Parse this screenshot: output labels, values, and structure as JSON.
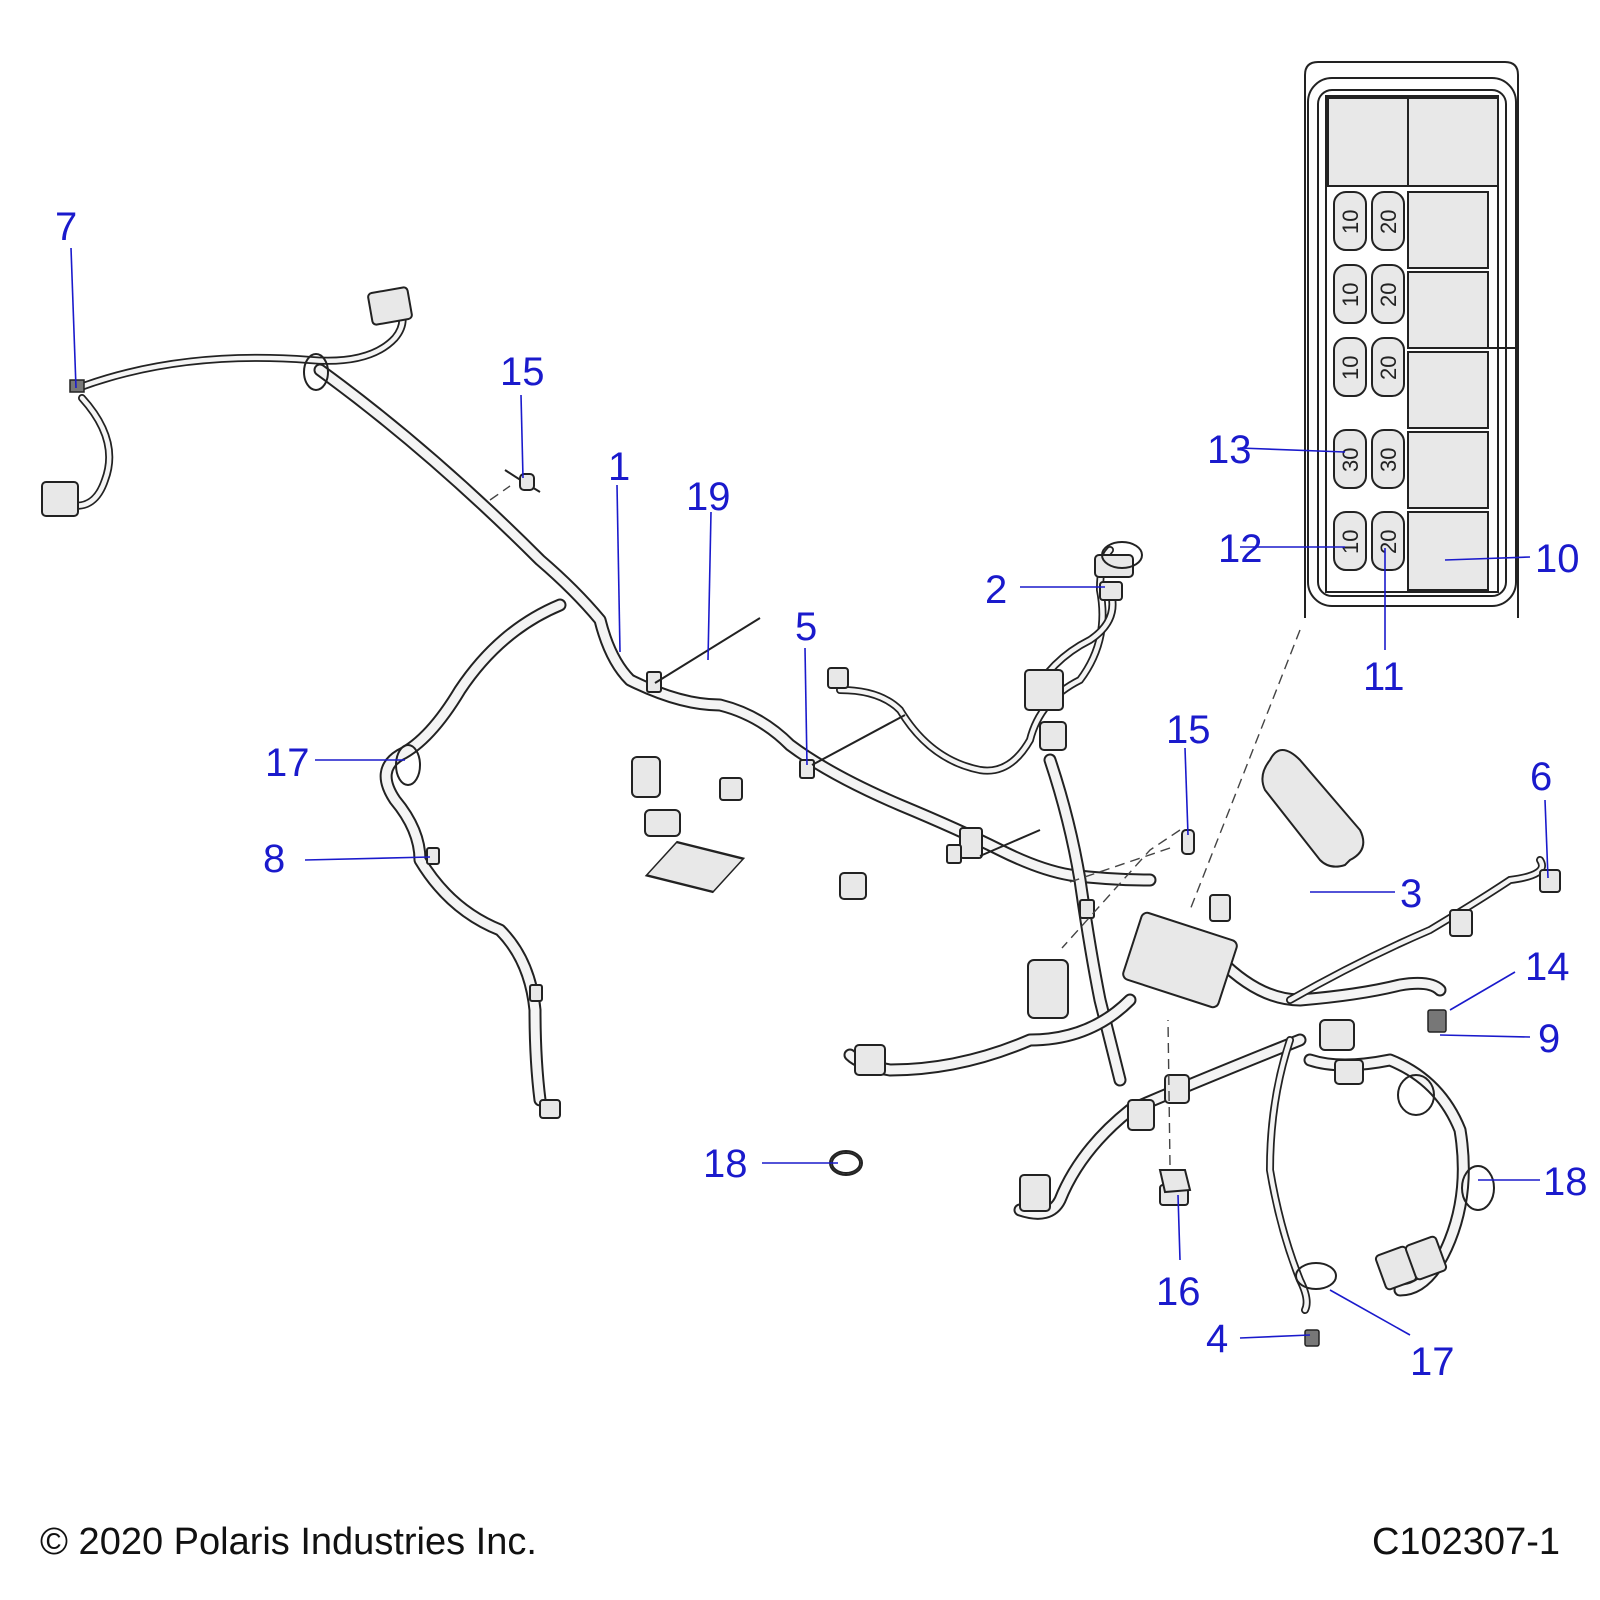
{
  "callouts": [
    {
      "id": "callout-1",
      "label": "1"
    },
    {
      "id": "callout-2",
      "label": "2"
    },
    {
      "id": "callout-3",
      "label": "3"
    },
    {
      "id": "callout-4",
      "label": "4"
    },
    {
      "id": "callout-5",
      "label": "5"
    },
    {
      "id": "callout-6",
      "label": "6"
    },
    {
      "id": "callout-7",
      "label": "7"
    },
    {
      "id": "callout-8",
      "label": "8"
    },
    {
      "id": "callout-9",
      "label": "9"
    },
    {
      "id": "callout-10",
      "label": "10"
    },
    {
      "id": "callout-11",
      "label": "11"
    },
    {
      "id": "callout-12",
      "label": "12"
    },
    {
      "id": "callout-13",
      "label": "13"
    },
    {
      "id": "callout-14",
      "label": "14"
    },
    {
      "id": "callout-15a",
      "label": "15"
    },
    {
      "id": "callout-15b",
      "label": "15"
    },
    {
      "id": "callout-16",
      "label": "16"
    },
    {
      "id": "callout-17a",
      "label": "17"
    },
    {
      "id": "callout-17b",
      "label": "17"
    },
    {
      "id": "callout-18a",
      "label": "18"
    },
    {
      "id": "callout-18b",
      "label": "18"
    },
    {
      "id": "callout-19",
      "label": "19"
    }
  ],
  "fuse_box": {
    "fuses": [
      {
        "row": 0,
        "left": "10",
        "right": "20"
      },
      {
        "row": 1,
        "left": "10",
        "right": "20"
      },
      {
        "row": 2,
        "left": "10",
        "right": "20"
      },
      {
        "row": 3,
        "left": "30",
        "right": "30"
      },
      {
        "row": 4,
        "left": "10",
        "right": "20"
      }
    ]
  },
  "footer": {
    "copyright": "© 2020 Polaris Industries Inc.",
    "drawing_id": "C102307-1"
  },
  "colors": {
    "callout": "#1a1acc",
    "line": "#222222",
    "background": "#ffffff"
  }
}
